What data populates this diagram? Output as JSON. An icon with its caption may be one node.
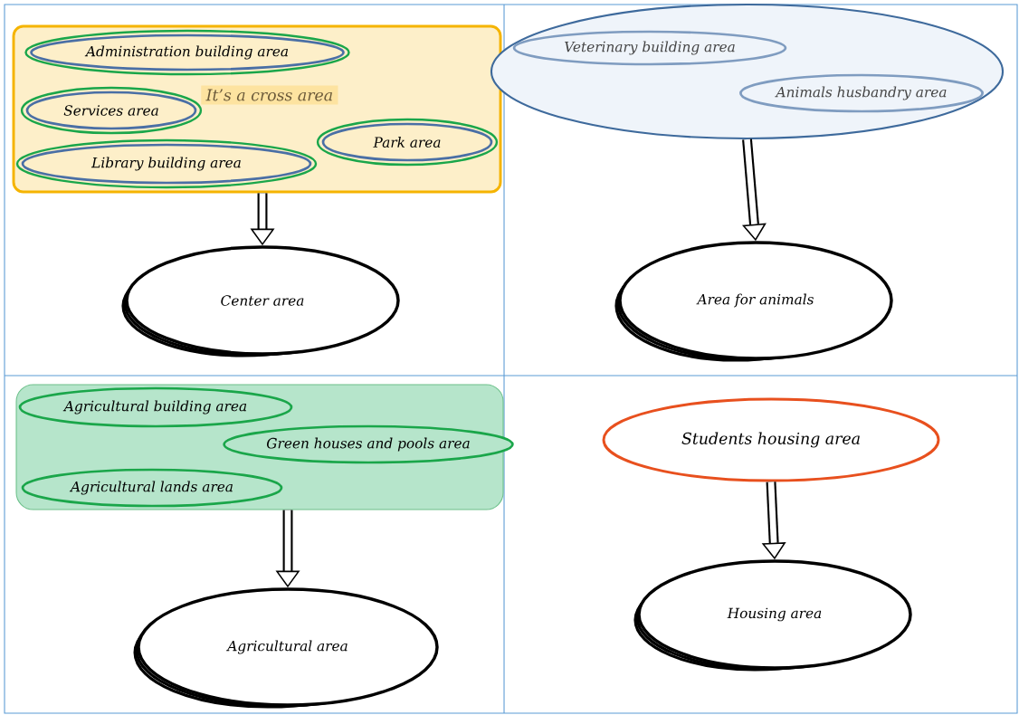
{
  "diagram": {
    "nodes": [
      {
        "text": [
          "It’s a cross area"
        ]
      },
      {
        "text": [
          "Administration building area"
        ],
        "in": 0
      },
      {
        "text": [
          "Services area"
        ],
        "in": 0
      },
      {
        "text": [
          "Park area"
        ],
        "in": 0
      },
      {
        "text": [
          "Library building area"
        ],
        "in": 0
      },
      {
        "text": [
          "Center area"
        ]
      },
      {
        "text": [],
        "shape": "ellipse"
      },
      {
        "text": [
          "Veterinary building area"
        ],
        "in": 6
      },
      {
        "text": [
          "Animals husbandry area"
        ],
        "in": 6
      },
      {
        "text": [
          "Area for animals"
        ]
      },
      {
        "text": [],
        "shape": "cloud"
      },
      {
        "text": [
          "Agricultural building area"
        ],
        "in": 10
      },
      {
        "text": [
          "Green houses and pools area"
        ],
        "in": 10
      },
      {
        "text": [
          "Agricultural lands area"
        ],
        "in": 10
      },
      {
        "text": [
          "Agricultural area"
        ]
      },
      {
        "text": [
          "Students housing area"
        ]
      },
      {
        "text": [
          "Housing area"
        ]
      }
    ],
    "edges": [
      {
        "from": 0,
        "to": 5,
        "arrow": "to"
      },
      {
        "from": 6,
        "to": 9,
        "arrow": "to"
      },
      {
        "from": 10,
        "to": 14,
        "arrow": "to"
      },
      {
        "from": 15,
        "to": 16,
        "arrow": "to"
      }
    ]
  }
}
